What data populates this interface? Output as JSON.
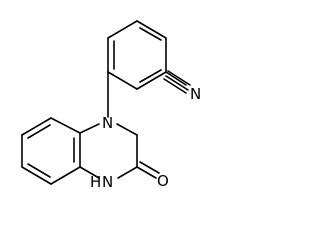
{
  "molecule": {
    "atoms": {
      "nitrile_n": "N",
      "ring_n1": "N",
      "carbonyl_o": "O",
      "amide_nh": "H",
      "amide_n": "N"
    }
  }
}
